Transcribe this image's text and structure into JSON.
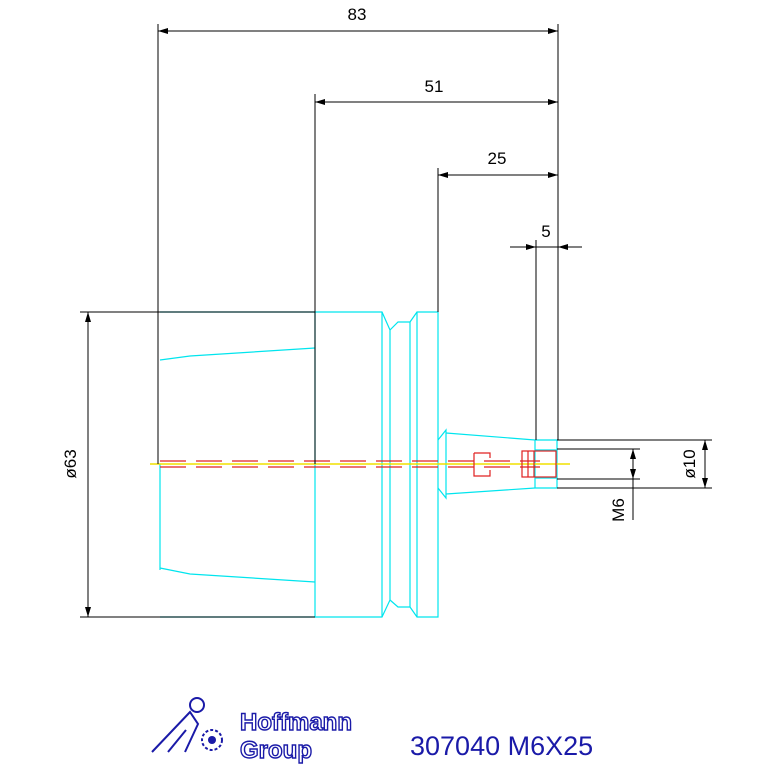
{
  "dimensions": {
    "overall_length": "83",
    "length_51": "51",
    "length_25": "25",
    "length_5": "5",
    "diameter_63": "ø63",
    "diameter_10": "ø10",
    "thread": "M6"
  },
  "logo": {
    "line1": "Hoffmann",
    "line2": "Group"
  },
  "part_number": "307040 M6X25",
  "colors": {
    "outline": "#00e5ee",
    "dimension": "#000000",
    "centerline_red": "#e02020",
    "centerline_yellow": "#f0e000",
    "logo_blue": "#1a1aa8"
  }
}
